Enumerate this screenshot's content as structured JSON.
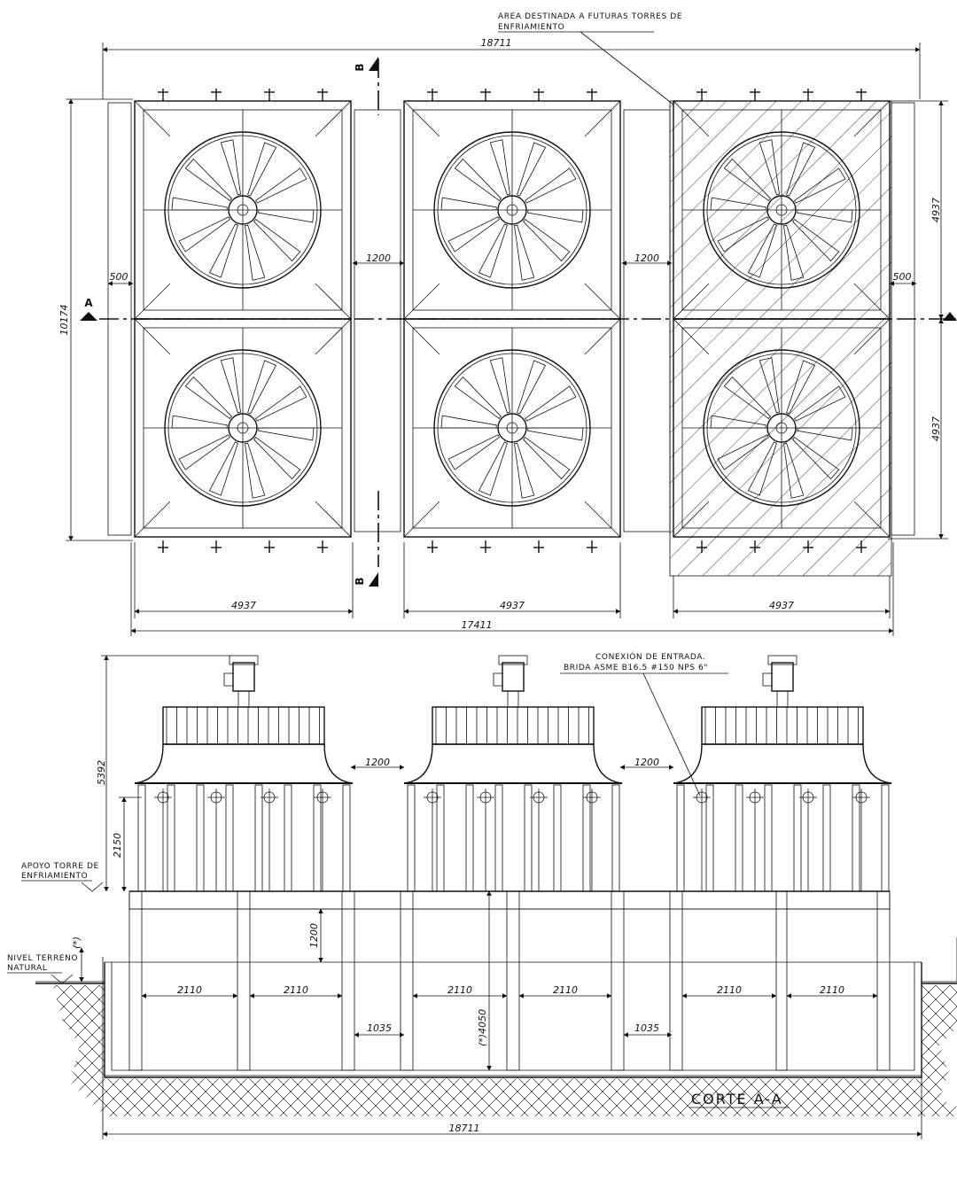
{
  "plan_view": {
    "note_future_area_line1": "AREA DESTINADA A FUTURAS TORRES DE",
    "note_future_area_line2": "ENFRIAMIENTO",
    "dim_total_width": "18711",
    "dim_total_height": "10174",
    "dim_cell_width": "4937",
    "dim_cell_height": "4937",
    "dim_gap": "1200",
    "dim_edge": "500",
    "dim_overall_towers": "17411",
    "section_a_label": "A",
    "section_b_label": "B"
  },
  "elevation_view": {
    "note_inlet_line1": "CONEXIÓN DE ENTRADA.",
    "note_inlet_line2": "BRIDA ASME B16.5 #150 NPS 6\"",
    "note_support_line1": "APOYO TORRE DE",
    "note_support_line2": "ENFRIAMIENTO",
    "note_ground_line1": "NIVEL TERRENO",
    "note_ground_line2": "NATURAL",
    "dim_height_total": "5392",
    "dim_height_legs": "2150",
    "dim_gap": "1200",
    "dim_pit_depth_upper": "1200",
    "dim_pit_depth": "(*)4050",
    "dim_star": "(*)",
    "dim_bay": "2110",
    "dim_between": "1035",
    "dim_total": "18711",
    "section_title": "CORTE A-A"
  },
  "colors": {
    "line": "#111111",
    "background": "#ffffff"
  }
}
